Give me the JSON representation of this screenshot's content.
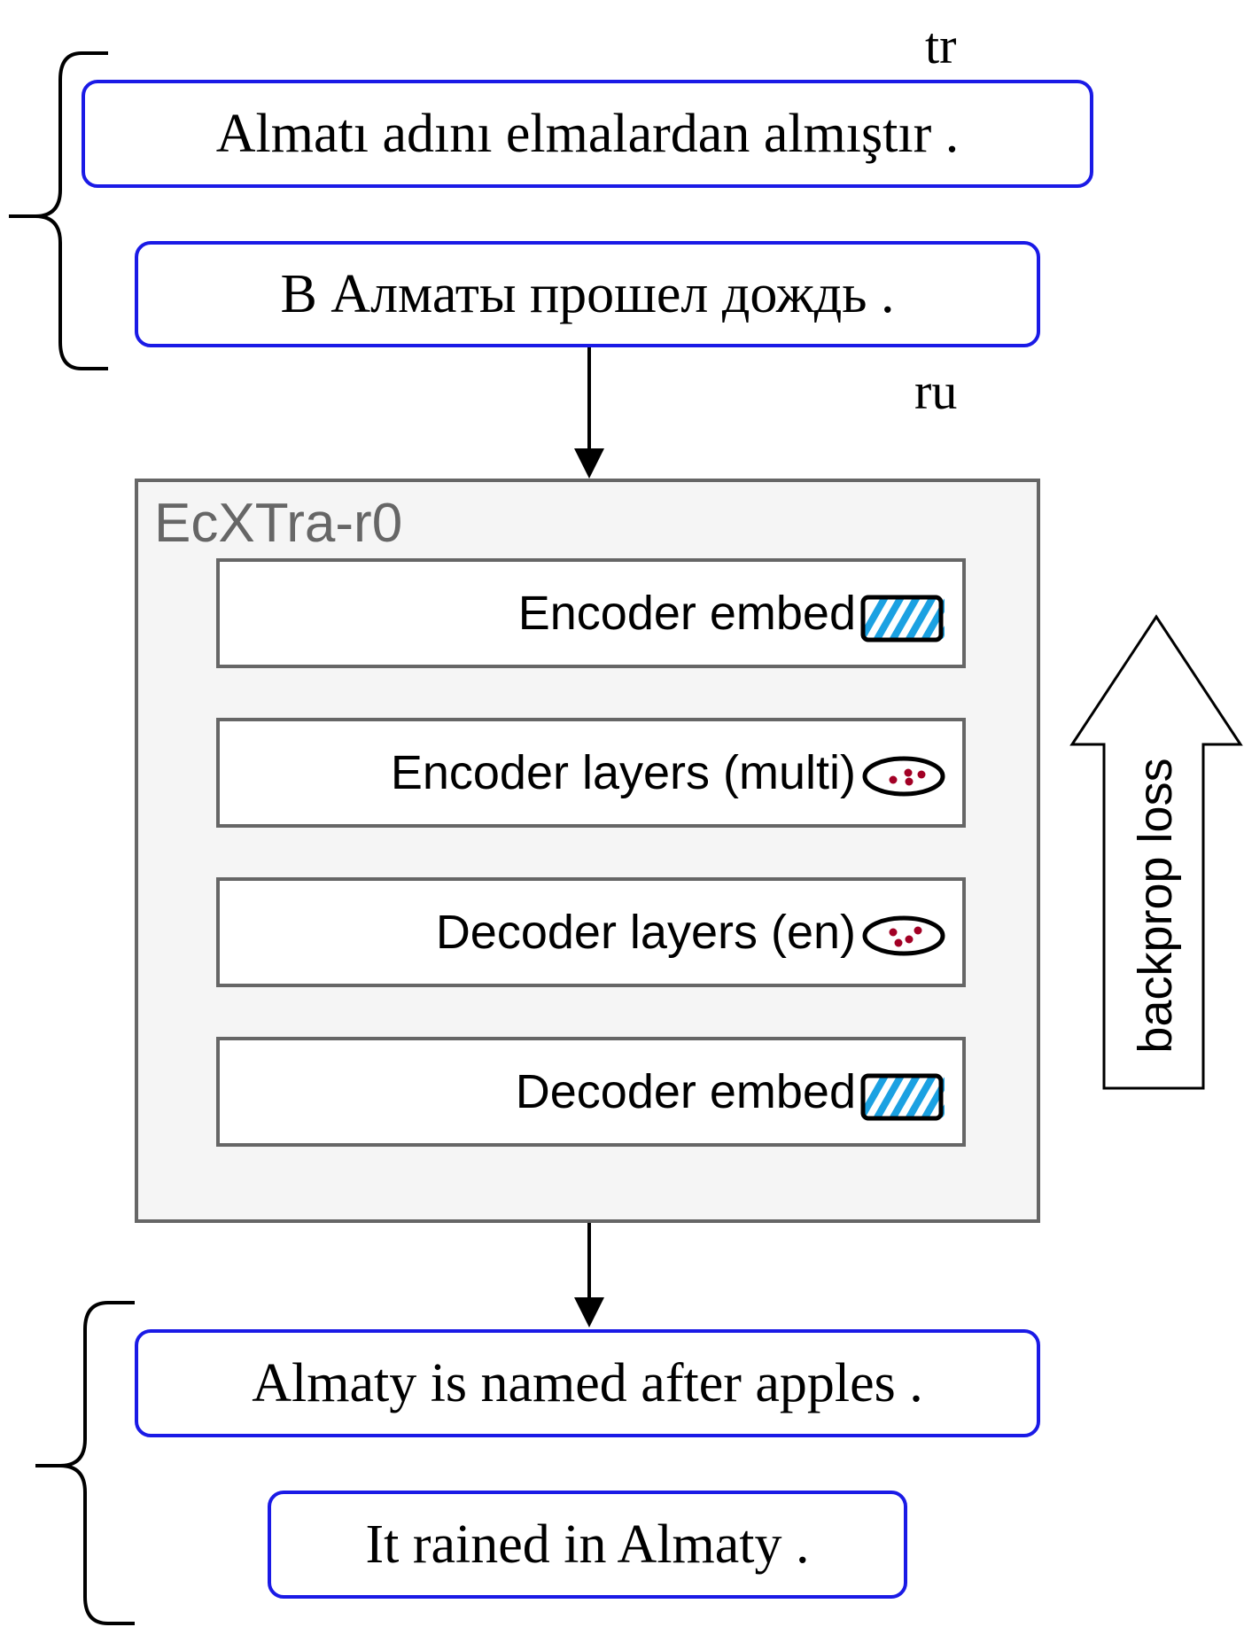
{
  "source": {
    "lang_top": "tr",
    "lang_bottom": "ru",
    "sentences": [
      "Almatı adını elmalardan almıştır .",
      "В Алматы прошел дождь ."
    ]
  },
  "model": {
    "title": "EcXTra-r0",
    "layers": [
      {
        "label": "Encoder embed",
        "icon": "hatched-rectangle-icon",
        "icon_color": "#1ba1e2"
      },
      {
        "label": "Encoder layers (multi)",
        "icon": "dotted-ellipse-icon",
        "icon_color": "#a20025"
      },
      {
        "label": "Decoder layers (en)",
        "icon": "dotted-ellipse-icon",
        "icon_color": "#a20025"
      },
      {
        "label": "Decoder embed",
        "icon": "hatched-rectangle-icon",
        "icon_color": "#1ba1e2"
      }
    ]
  },
  "backprop": {
    "label": "backprop loss"
  },
  "target": {
    "sentences": [
      "Almaty is named after apples .",
      "It rained in Almaty ."
    ]
  },
  "colors": {
    "sentence_border": "#1a1ae6",
    "model_border": "#666666",
    "model_fill": "#f5f5f5"
  }
}
